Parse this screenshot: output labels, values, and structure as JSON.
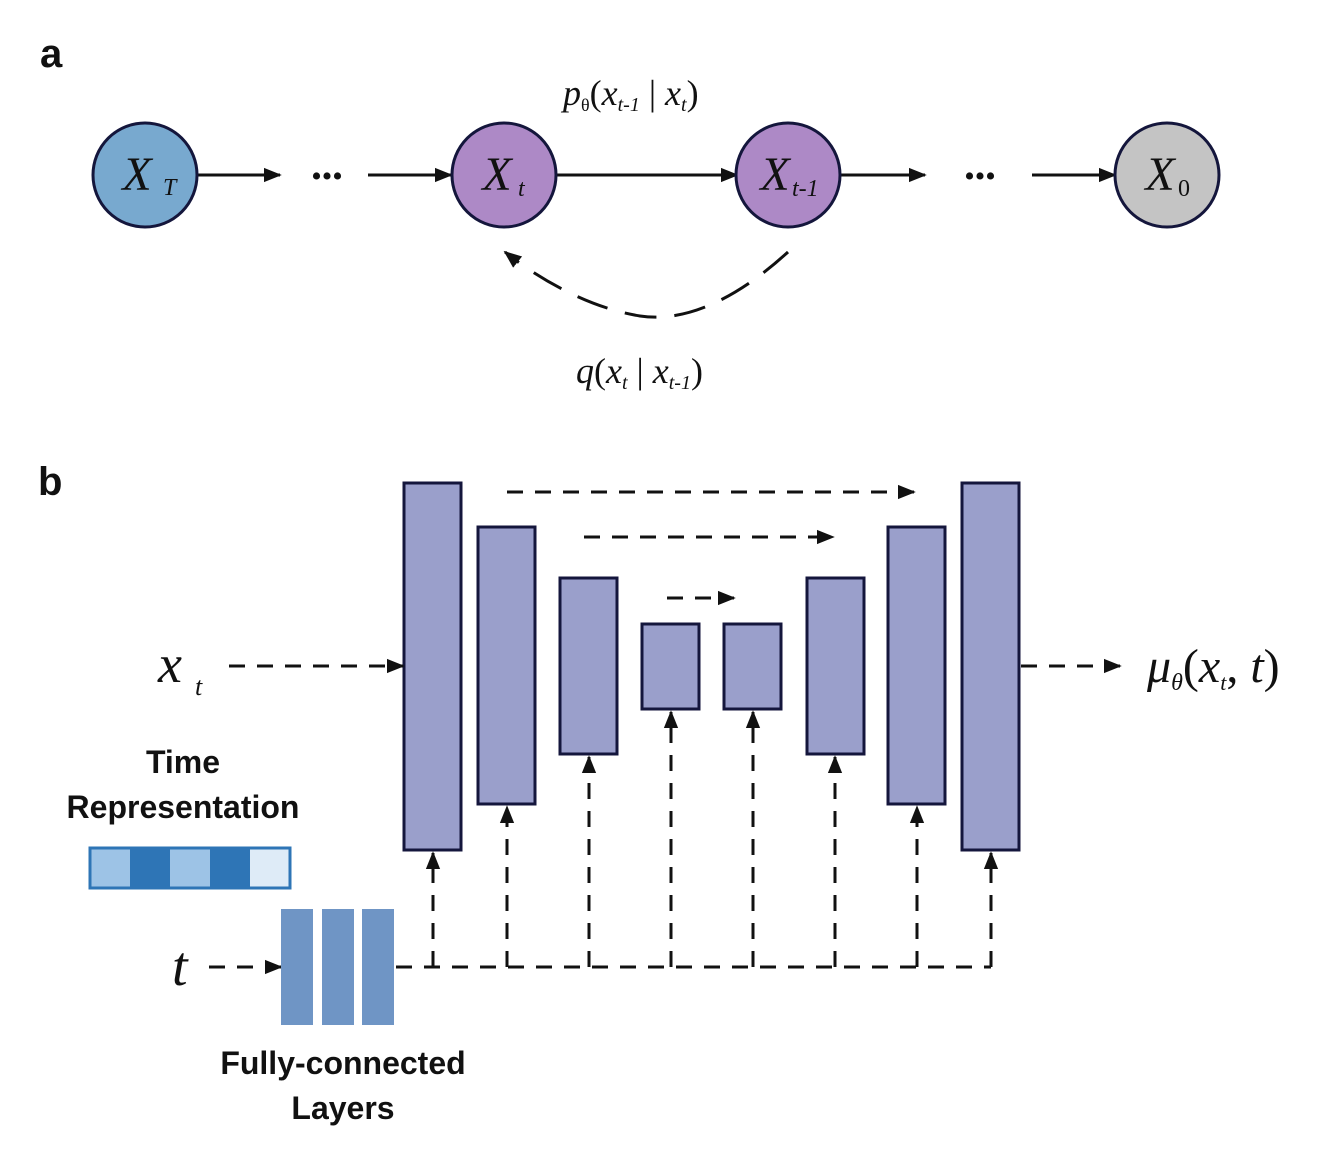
{
  "panels": {
    "a": {
      "label": "a"
    },
    "b": {
      "label": "b"
    }
  },
  "chain": {
    "nodes": [
      {
        "id": "xT",
        "base": "X",
        "sub": "T",
        "fill": "#78a9cf"
      },
      {
        "id": "xt",
        "base": "X",
        "sub": "t",
        "fill": "#ad89c6"
      },
      {
        "id": "xt1",
        "base": "X",
        "sub": "t-1",
        "fill": "#ad89c6"
      },
      {
        "id": "x0",
        "base": "X",
        "sub": "0",
        "fill": "#c4c4c4"
      }
    ],
    "ellipsis": "•••",
    "reverse_label": {
      "fn": "p",
      "param": "θ",
      "a": "x",
      "a_sub": "t-1",
      "b": "x",
      "b_sub": "t"
    },
    "forward_label": {
      "fn": "q",
      "a": "x",
      "a_sub": "t",
      "b": "x",
      "b_sub": "t-1"
    }
  },
  "network": {
    "input": {
      "base": "x",
      "sub": "t"
    },
    "output": {
      "fn": "μ",
      "param": "θ",
      "a": "x",
      "a_sub": "t",
      "b": "t"
    },
    "time_input": "t",
    "time_representation_label_line1": "Time",
    "time_representation_label_line2": "Representation",
    "time_representation_colors": [
      "#9dc3e6",
      "#2e75b6",
      "#9dc3e6",
      "#2e75b6",
      "#deebf7"
    ],
    "fc_label_line1": "Fully-connected",
    "fc_label_line2": "Layers",
    "block_color": "#9a9fcb",
    "fc_color": "#6f95c5",
    "edge_color": "#14163c"
  }
}
